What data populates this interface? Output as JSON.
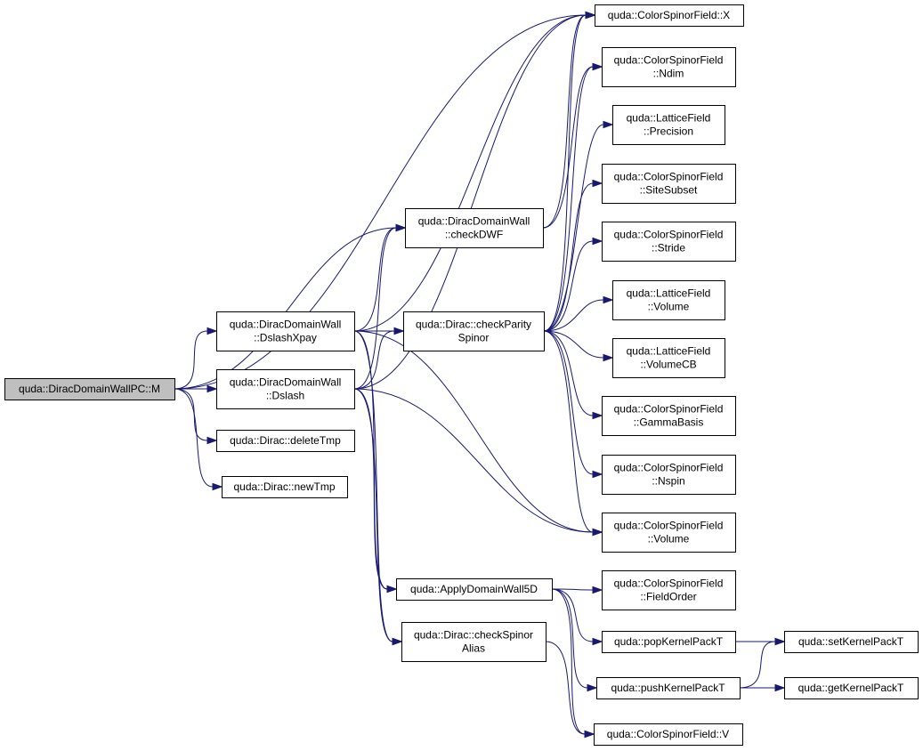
{
  "colors": {
    "edge": "#191970",
    "root_fill": "#bfbfbf",
    "node_fill": "#ffffff",
    "border": "#000000"
  },
  "nodes": [
    {
      "id": "M",
      "lines": [
        "quda::DiracDomainWallPC::M"
      ],
      "root": true
    },
    {
      "id": "checkDWF",
      "lines": [
        "quda::DiracDomainWall",
        "::checkDWF"
      ]
    },
    {
      "id": "DslashXpay",
      "lines": [
        "quda::DiracDomainWall",
        "::DslashXpay"
      ]
    },
    {
      "id": "Dslash",
      "lines": [
        "quda::DiracDomainWall",
        "::Dslash"
      ]
    },
    {
      "id": "deleteTmp",
      "lines": [
        "quda::Dirac::deleteTmp"
      ]
    },
    {
      "id": "newTmp",
      "lines": [
        "quda::Dirac::newTmp"
      ]
    },
    {
      "id": "checkParity",
      "lines": [
        "quda::Dirac::checkParity",
        "Spinor"
      ]
    },
    {
      "id": "ApplyDW5D",
      "lines": [
        "quda::ApplyDomainWall5D"
      ]
    },
    {
      "id": "checkAlias",
      "lines": [
        "quda::Dirac::checkSpinor",
        "Alias"
      ]
    },
    {
      "id": "X",
      "lines": [
        "quda::ColorSpinorField::X"
      ]
    },
    {
      "id": "Ndim",
      "lines": [
        "quda::ColorSpinorField",
        "::Ndim"
      ]
    },
    {
      "id": "Precision",
      "lines": [
        "quda::LatticeField",
        "::Precision"
      ]
    },
    {
      "id": "SiteSubset",
      "lines": [
        "quda::ColorSpinorField",
        "::SiteSubset"
      ]
    },
    {
      "id": "Stride",
      "lines": [
        "quda::ColorSpinorField",
        "::Stride"
      ]
    },
    {
      "id": "LVolume",
      "lines": [
        "quda::LatticeField",
        "::Volume"
      ]
    },
    {
      "id": "VolumeCB",
      "lines": [
        "quda::LatticeField",
        "::VolumeCB"
      ]
    },
    {
      "id": "GammaBasis",
      "lines": [
        "quda::ColorSpinorField",
        "::GammaBasis"
      ]
    },
    {
      "id": "Nspin",
      "lines": [
        "quda::ColorSpinorField",
        "::Nspin"
      ]
    },
    {
      "id": "CVolume",
      "lines": [
        "quda::ColorSpinorField",
        "::Volume"
      ]
    },
    {
      "id": "FieldOrder",
      "lines": [
        "quda::ColorSpinorField",
        "::FieldOrder"
      ]
    },
    {
      "id": "popKPT",
      "lines": [
        "quda::popKernelPackT"
      ]
    },
    {
      "id": "pushKPT",
      "lines": [
        "quda::pushKernelPackT"
      ]
    },
    {
      "id": "V",
      "lines": [
        "quda::ColorSpinorField::V"
      ]
    },
    {
      "id": "setKPT",
      "lines": [
        "quda::setKernelPackT"
      ]
    },
    {
      "id": "getKPT",
      "lines": [
        "quda::getKernelPackT"
      ]
    }
  ],
  "edges": [
    [
      "M",
      "checkDWF"
    ],
    [
      "M",
      "DslashXpay"
    ],
    [
      "M",
      "Dslash"
    ],
    [
      "M",
      "deleteTmp"
    ],
    [
      "M",
      "newTmp"
    ],
    [
      "M",
      "X"
    ],
    [
      "DslashXpay",
      "checkDWF"
    ],
    [
      "DslashXpay",
      "checkParity"
    ],
    [
      "DslashXpay",
      "ApplyDW5D"
    ],
    [
      "DslashXpay",
      "checkAlias"
    ],
    [
      "DslashXpay",
      "CVolume"
    ],
    [
      "DslashXpay",
      "X"
    ],
    [
      "Dslash",
      "checkDWF"
    ],
    [
      "Dslash",
      "checkParity"
    ],
    [
      "Dslash",
      "ApplyDW5D"
    ],
    [
      "Dslash",
      "checkAlias"
    ],
    [
      "Dslash",
      "CVolume"
    ],
    [
      "Dslash",
      "X"
    ],
    [
      "checkDWF",
      "X"
    ],
    [
      "checkDWF",
      "Ndim"
    ],
    [
      "checkParity",
      "X"
    ],
    [
      "checkParity",
      "Ndim"
    ],
    [
      "checkParity",
      "Precision"
    ],
    [
      "checkParity",
      "SiteSubset"
    ],
    [
      "checkParity",
      "Stride"
    ],
    [
      "checkParity",
      "LVolume"
    ],
    [
      "checkParity",
      "VolumeCB"
    ],
    [
      "checkParity",
      "GammaBasis"
    ],
    [
      "checkParity",
      "Nspin"
    ],
    [
      "checkParity",
      "CVolume"
    ],
    [
      "ApplyDW5D",
      "FieldOrder"
    ],
    [
      "ApplyDW5D",
      "popKPT"
    ],
    [
      "ApplyDW5D",
      "pushKPT"
    ],
    [
      "ApplyDW5D",
      "V"
    ],
    [
      "checkAlias",
      "V"
    ],
    [
      "popKPT",
      "setKPT"
    ],
    [
      "pushKPT",
      "setKPT"
    ],
    [
      "pushKPT",
      "getKPT"
    ]
  ]
}
